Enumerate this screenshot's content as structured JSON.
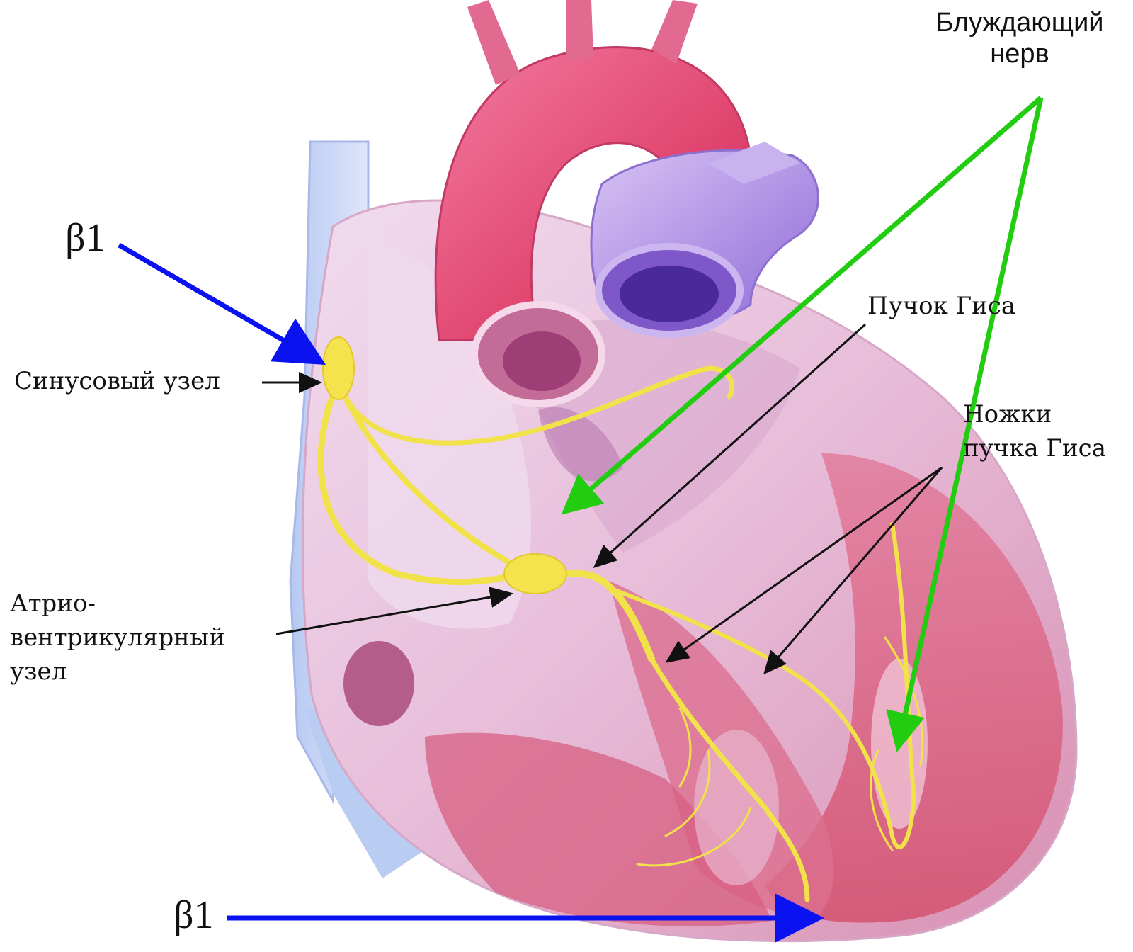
{
  "labels": {
    "vagus_nerve_line1": "Блуждающий",
    "vagus_nerve_line2": "нерв",
    "beta1_top": "β1",
    "beta1_bottom": "β1",
    "sinus_node": "Синусовый узел",
    "his_bundle": "Пучок Гиса",
    "bundle_branches_line1": "Ножки",
    "bundle_branches_line2": "пучка Гиса",
    "av_node_line1": "Атрио-",
    "av_node_line2": "вентрикулярный",
    "av_node_line3": "узел"
  },
  "colors": {
    "beta_arrow": "#0a12f0",
    "vagus_arrow": "#22cc11",
    "pointer_arrow": "#111111",
    "conduction": "#f2e24a"
  }
}
